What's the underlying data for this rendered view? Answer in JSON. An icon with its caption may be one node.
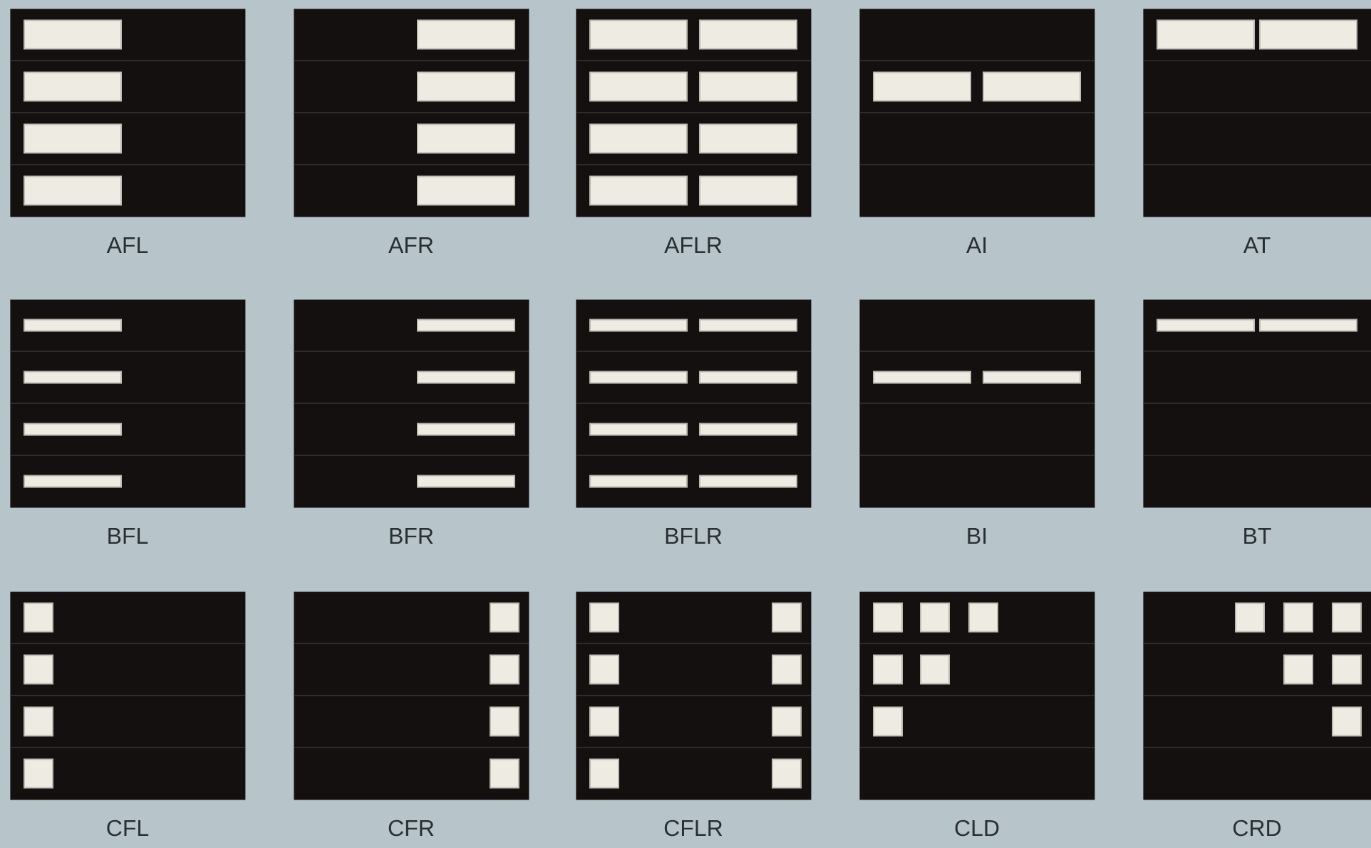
{
  "diagram": {
    "nodes": [
      {
        "text": [],
        "shape": "box",
        "beside": [
          "AFL"
        ]
      },
      {
        "text": [],
        "shape": "box",
        "beside": [
          "AFR"
        ]
      },
      {
        "text": [],
        "shape": "box",
        "beside": [
          "AFLR"
        ]
      },
      {
        "text": [],
        "shape": "box",
        "beside": [
          "AI"
        ]
      },
      {
        "text": [],
        "shape": "box",
        "beside": [
          "AT"
        ]
      },
      {
        "text": [],
        "shape": "box",
        "beside": [
          "BFL"
        ]
      },
      {
        "text": [],
        "shape": "box",
        "beside": [
          "BFR"
        ]
      },
      {
        "text": [],
        "shape": "box",
        "beside": [
          "BFLR"
        ]
      },
      {
        "text": [],
        "shape": "box",
        "beside": [
          "BI"
        ]
      },
      {
        "text": [],
        "shape": "box",
        "beside": [
          "BT"
        ]
      },
      {
        "text": [],
        "shape": "box",
        "beside": [
          "CFL"
        ]
      },
      {
        "text": [],
        "shape": "box",
        "beside": [
          "CFR"
        ]
      },
      {
        "text": [],
        "shape": "box",
        "beside": [
          "CFLR"
        ]
      },
      {
        "text": [],
        "shape": "box",
        "beside": [
          "CLD"
        ]
      },
      {
        "text": [],
        "shape": "box",
        "beside": [
          "CRD"
        ]
      }
    ]
  }
}
